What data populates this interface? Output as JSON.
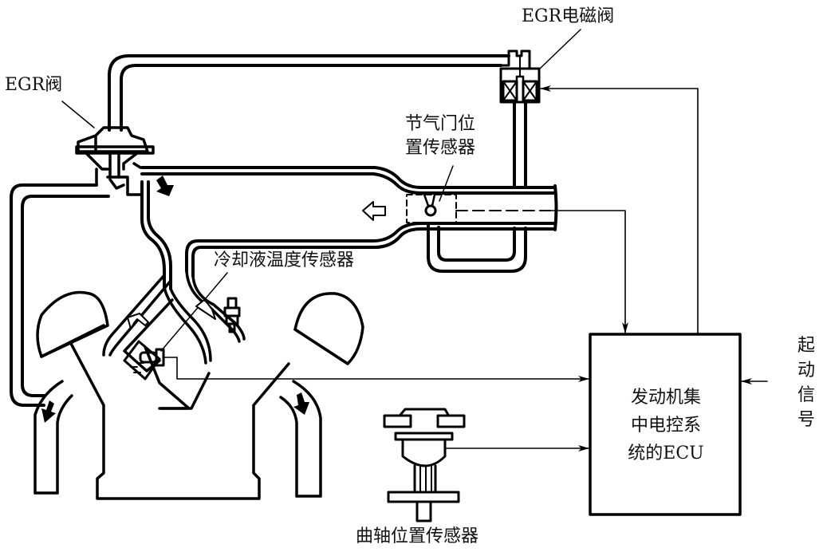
{
  "diagram": {
    "title": "EGR control system schematic",
    "labels": {
      "egr_solenoid_valve": "EGR电磁阀",
      "egr_valve": "EGR阀",
      "throttle_sensor_line1": "节气门位",
      "throttle_sensor_line2": "置传感器",
      "coolant_temp_sensor": "冷却液温度传感器",
      "crankshaft_position_sensor": "曲轴位置传感器",
      "start_signal": [
        "起",
        "动",
        "信",
        "号"
      ],
      "ecu_lines": [
        "发动机集",
        "中电控系",
        "统的ECU"
      ]
    },
    "colors": {
      "line": "#000000",
      "background": "#ffffff"
    }
  }
}
